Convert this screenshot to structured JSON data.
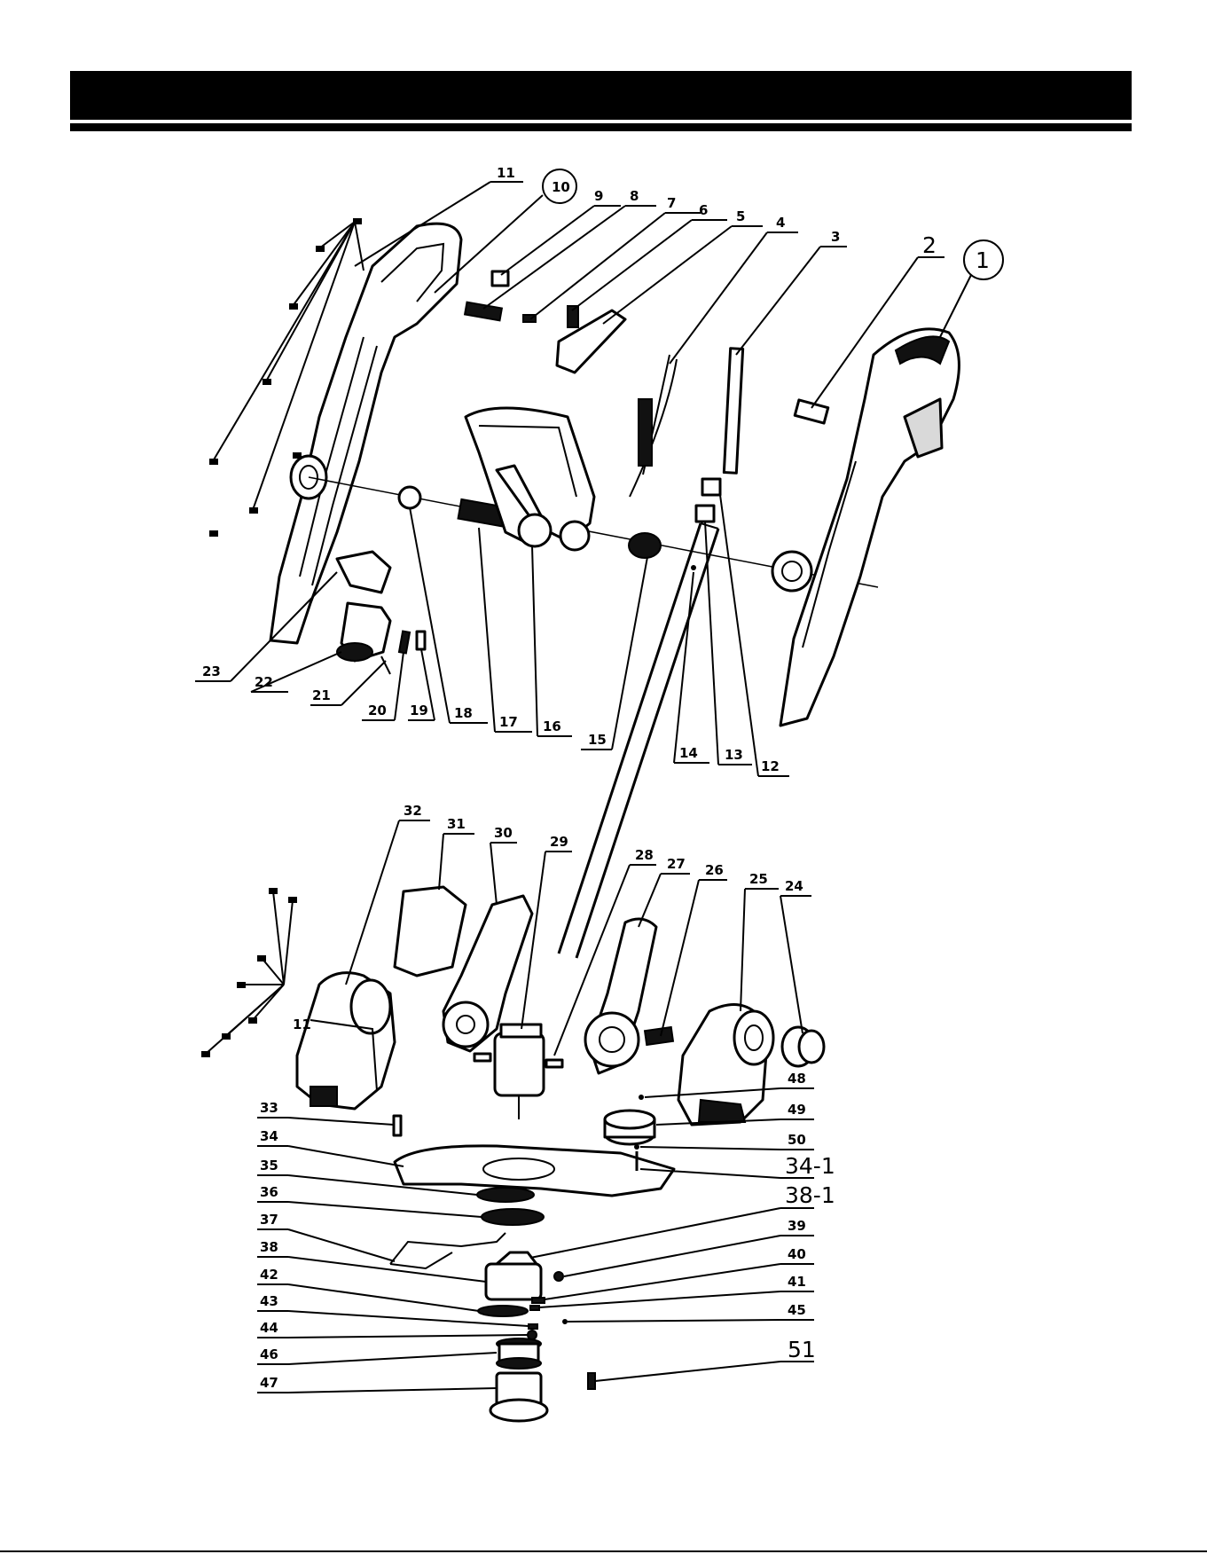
{
  "header": {
    "title": ""
  },
  "callouts": [
    {
      "id": "1",
      "label": "1"
    },
    {
      "id": "2",
      "label": "2"
    },
    {
      "id": "3",
      "label": "3"
    },
    {
      "id": "4",
      "label": "4"
    },
    {
      "id": "5",
      "label": "5"
    },
    {
      "id": "6",
      "label": "6"
    },
    {
      "id": "7",
      "label": "7"
    },
    {
      "id": "8",
      "label": "8"
    },
    {
      "id": "9",
      "label": "9"
    },
    {
      "id": "10",
      "label": "10"
    },
    {
      "id": "11a",
      "label": "11"
    },
    {
      "id": "12",
      "label": "12"
    },
    {
      "id": "13",
      "label": "13"
    },
    {
      "id": "14",
      "label": "14"
    },
    {
      "id": "15",
      "label": "15"
    },
    {
      "id": "16",
      "label": "16"
    },
    {
      "id": "17",
      "label": "17"
    },
    {
      "id": "18",
      "label": "18"
    },
    {
      "id": "19",
      "label": "19"
    },
    {
      "id": "20",
      "label": "20"
    },
    {
      "id": "21",
      "label": "21"
    },
    {
      "id": "22",
      "label": "22"
    },
    {
      "id": "23",
      "label": "23"
    },
    {
      "id": "24",
      "label": "24"
    },
    {
      "id": "25",
      "label": "25"
    },
    {
      "id": "26",
      "label": "26"
    },
    {
      "id": "27",
      "label": "27"
    },
    {
      "id": "28",
      "label": "28"
    },
    {
      "id": "29",
      "label": "29"
    },
    {
      "id": "30",
      "label": "30"
    },
    {
      "id": "31",
      "label": "31"
    },
    {
      "id": "32",
      "label": "32"
    },
    {
      "id": "11b",
      "label": "11"
    },
    {
      "id": "33",
      "label": "33"
    },
    {
      "id": "34",
      "label": "34"
    },
    {
      "id": "35",
      "label": "35"
    },
    {
      "id": "36",
      "label": "36"
    },
    {
      "id": "37",
      "label": "37"
    },
    {
      "id": "38",
      "label": "38"
    },
    {
      "id": "42",
      "label": "42"
    },
    {
      "id": "43",
      "label": "43"
    },
    {
      "id": "44",
      "label": "44"
    },
    {
      "id": "46",
      "label": "46"
    },
    {
      "id": "47",
      "label": "47"
    },
    {
      "id": "48",
      "label": "48"
    },
    {
      "id": "49",
      "label": "49"
    },
    {
      "id": "50",
      "label": "50"
    },
    {
      "id": "34-1",
      "label": "34-1"
    },
    {
      "id": "38-1",
      "label": "38-1"
    },
    {
      "id": "39",
      "label": "39"
    },
    {
      "id": "40",
      "label": "40"
    },
    {
      "id": "41",
      "label": "41"
    },
    {
      "id": "45",
      "label": "45"
    },
    {
      "id": "51",
      "label": "51"
    }
  ]
}
